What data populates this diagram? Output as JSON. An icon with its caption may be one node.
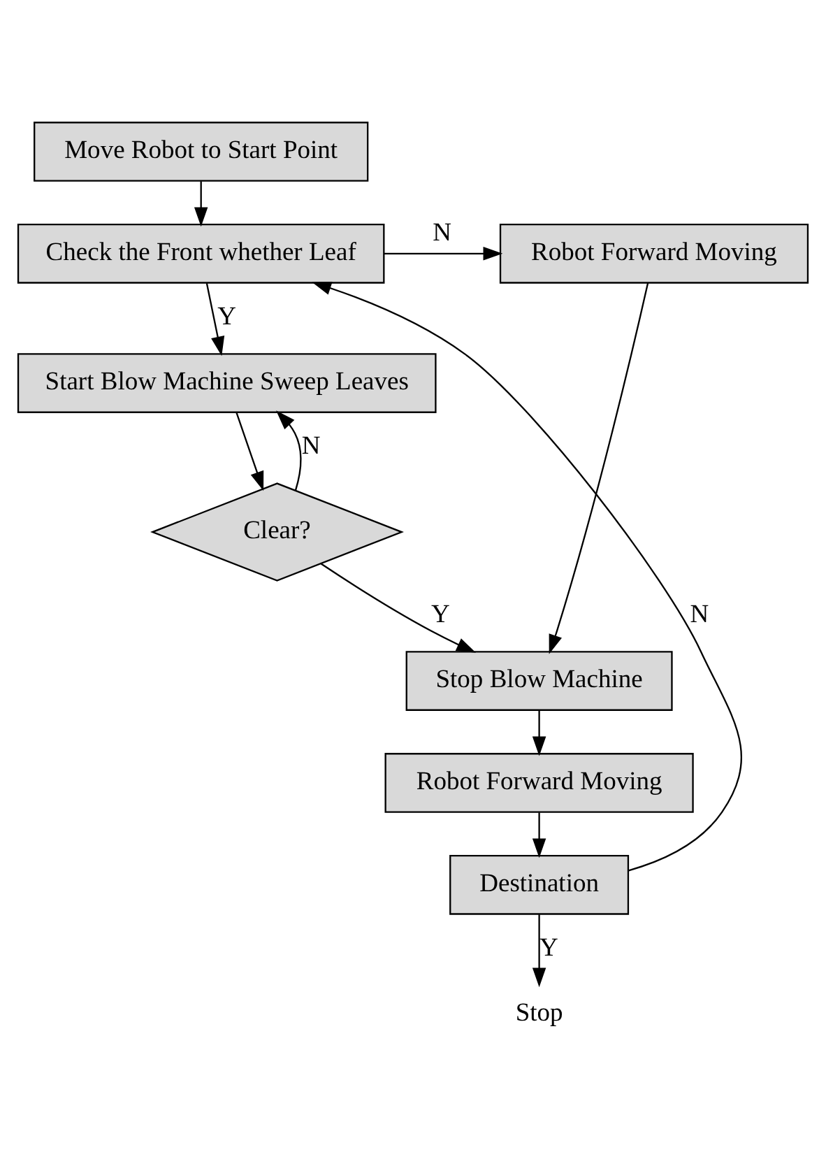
{
  "diagram": {
    "nodes": [
      {
        "text": [
          "Move Robot to Start Point"
        ]
      },
      {
        "text": [
          "Check the Front whether Leaf"
        ]
      },
      {
        "text": [
          "Robot Forward Moving"
        ]
      },
      {
        "text": [
          "Start Blow Machine Sweep Leaves"
        ]
      },
      {
        "text": [
          "Clear?"
        ]
      },
      {
        "text": [
          "Stop Blow Machine"
        ]
      },
      {
        "text": [
          "Robot Forward Moving"
        ]
      },
      {
        "text": [
          "Destination"
        ]
      },
      {
        "text": [
          "Stop"
        ]
      }
    ],
    "edges": [
      {
        "from": 0,
        "to": 1,
        "arrow": "to"
      },
      {
        "from": 1,
        "to": 2,
        "arrow": "to",
        "label": "N"
      },
      {
        "from": 1,
        "to": 3,
        "arrow": "to",
        "label": "Y"
      },
      {
        "from": 3,
        "to": 4,
        "arrow": "to"
      },
      {
        "from": 4,
        "to": 3,
        "arrow": "to",
        "label": "N"
      },
      {
        "from": 4,
        "to": 5,
        "arrow": "to",
        "label": "Y"
      },
      {
        "from": 2,
        "to": 5,
        "arrow": "to"
      },
      {
        "from": 5,
        "to": 6,
        "arrow": "to"
      },
      {
        "from": 6,
        "to": 7,
        "arrow": "to"
      },
      {
        "from": 7,
        "to": 1,
        "arrow": "to",
        "label": "N"
      },
      {
        "from": 7,
        "to": 8,
        "arrow": "to",
        "label": "Y"
      }
    ]
  }
}
